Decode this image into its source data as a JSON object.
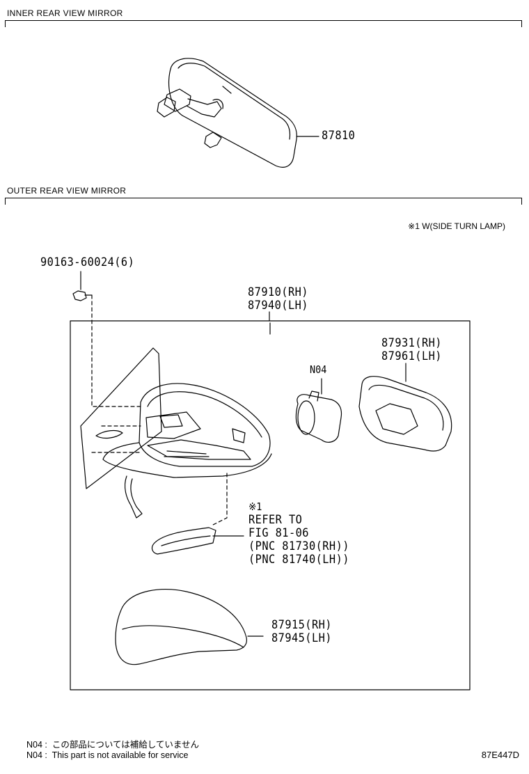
{
  "sections": {
    "inner_title": "INNER REAR VIEW MIRROR",
    "outer_title": "OUTER REAR VIEW MIRROR"
  },
  "inner": {
    "part_number": "87810"
  },
  "outer": {
    "condition_note": "※1 W(SIDE TURN LAMP)",
    "screw_part": "90163-60024(6)",
    "assembly_rh": "87910(RH)",
    "assembly_lh": "87940(LH)",
    "glass_rh": "87931(RH)",
    "glass_lh": "87961(LH)",
    "motor_code": "N04",
    "ref_mark": "※1",
    "ref_line1": "REFER TO",
    "ref_line2": "FIG 81-06",
    "ref_line3": "(PNC 81730(RH))",
    "ref_line4": "(PNC 81740(LH))",
    "cover_rh": "87915(RH)",
    "cover_lh": "87945(LH)"
  },
  "footer": {
    "note_jp": "N04 :  この部品については補給していません",
    "note_en": "N04 :  This part is not available for service",
    "figure_code": "87E447D"
  }
}
